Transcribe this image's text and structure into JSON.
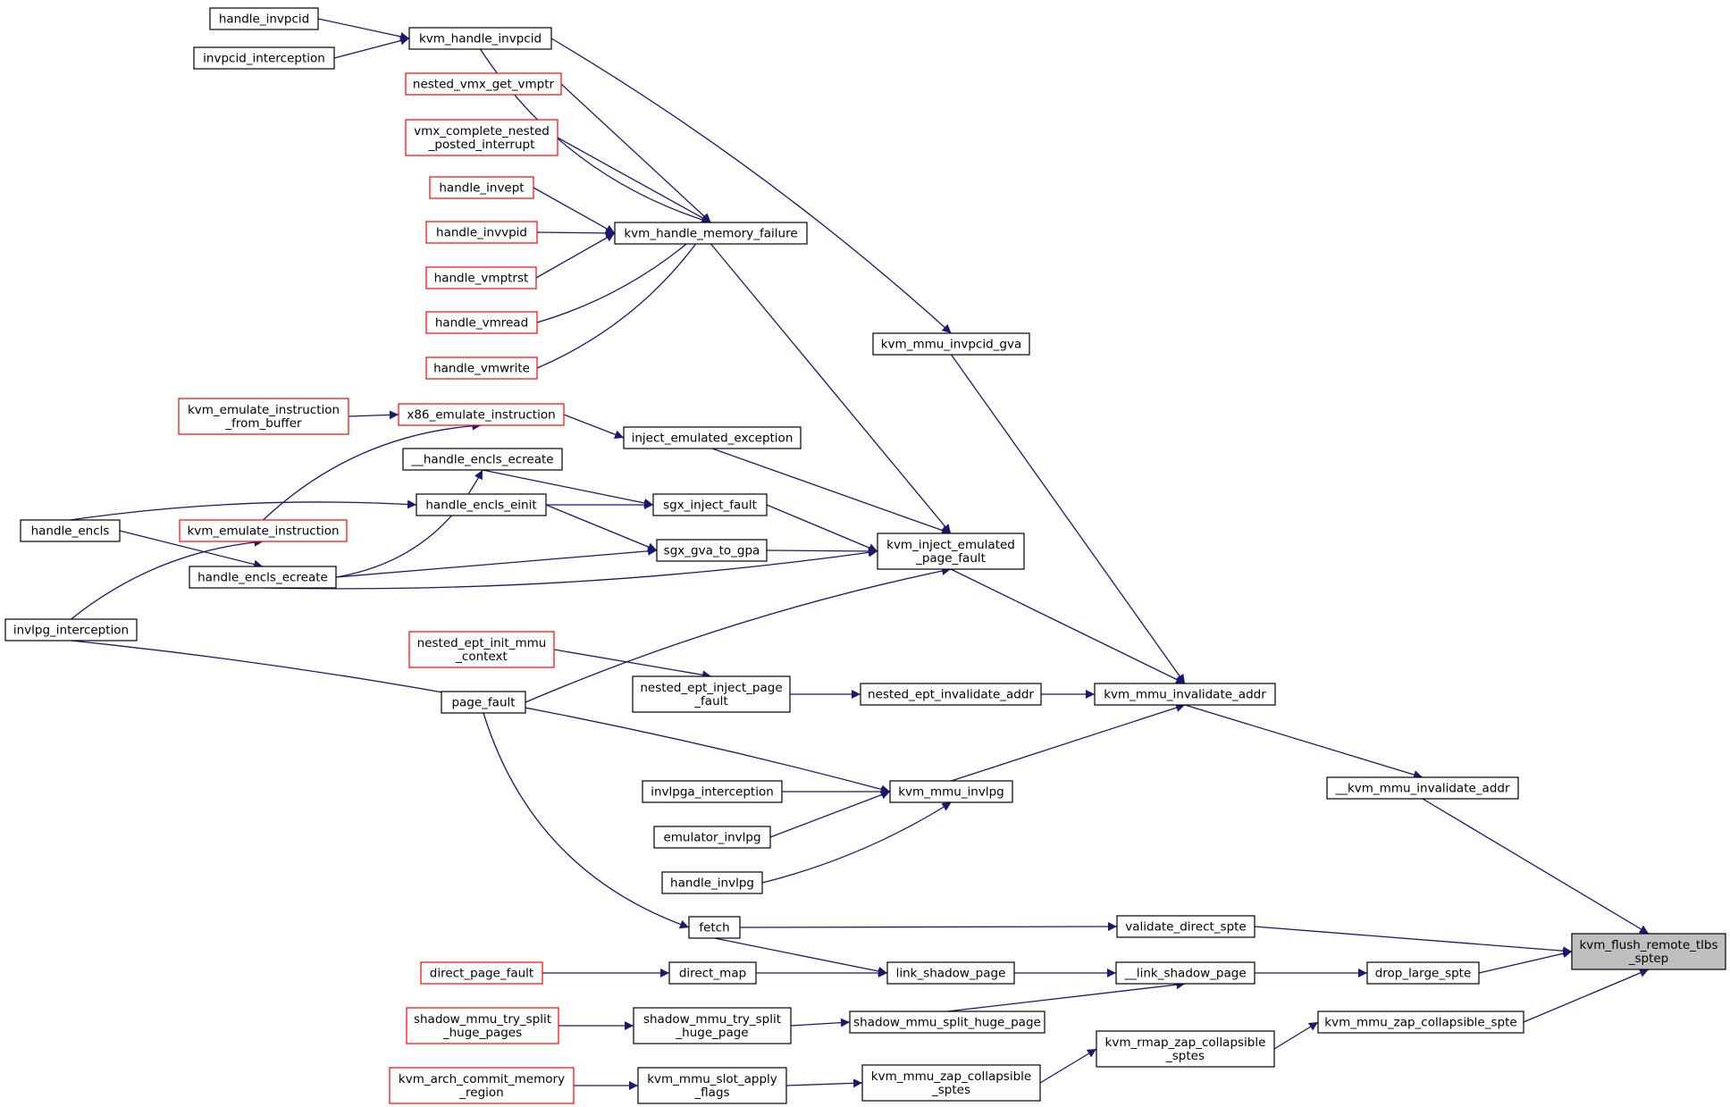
{
  "diagram": {
    "colors": {
      "edge": "#191970",
      "node_border": "#000000",
      "missing_border": "#ff0000",
      "focus_fill": "#bfbfbf"
    },
    "nodes": {
      "handle_invpcid": {
        "lines": [
          "handle_invpcid"
        ]
      },
      "invpcid_interception": {
        "lines": [
          "invpcid_interception"
        ]
      },
      "kvm_handle_invpcid": {
        "lines": [
          "kvm_handle_invpcid"
        ]
      },
      "nested_vmx_get_vmptr": {
        "lines": [
          "nested_vmx_get_vmptr"
        ]
      },
      "vmx_complete_nested_posted_interrupt": {
        "lines": [
          "vmx_complete_nested",
          "_posted_interrupt"
        ]
      },
      "handle_invept": {
        "lines": [
          "handle_invept"
        ]
      },
      "handle_invvpid": {
        "lines": [
          "handle_invvpid"
        ]
      },
      "handle_vmptrst": {
        "lines": [
          "handle_vmptrst"
        ]
      },
      "handle_vmread": {
        "lines": [
          "handle_vmread"
        ]
      },
      "handle_vmwrite": {
        "lines": [
          "handle_vmwrite"
        ]
      },
      "kvm_handle_memory_failure": {
        "lines": [
          "kvm_handle_memory_failure"
        ]
      },
      "kvm_mmu_invpcid_gva": {
        "lines": [
          "kvm_mmu_invpcid_gva"
        ]
      },
      "kvm_emulate_instruction_from_buffer": {
        "lines": [
          "kvm_emulate_instruction",
          "_from_buffer"
        ]
      },
      "x86_emulate_instruction": {
        "lines": [
          "x86_emulate_instruction"
        ]
      },
      "inject_emulated_exception": {
        "lines": [
          "inject_emulated_exception"
        ]
      },
      "__handle_encls_ecreate": {
        "lines": [
          "__handle_encls_ecreate"
        ]
      },
      "handle_encls_einit": {
        "lines": [
          "handle_encls_einit"
        ]
      },
      "sgx_inject_fault": {
        "lines": [
          "sgx_inject_fault"
        ]
      },
      "handle_encls": {
        "lines": [
          "handle_encls"
        ]
      },
      "kvm_emulate_instruction": {
        "lines": [
          "kvm_emulate_instruction"
        ]
      },
      "sgx_gva_to_gpa": {
        "lines": [
          "sgx_gva_to_gpa"
        ]
      },
      "kvm_inject_emulated_page_fault": {
        "lines": [
          "kvm_inject_emulated",
          "_page_fault"
        ]
      },
      "handle_encls_ecreate": {
        "lines": [
          "handle_encls_ecreate"
        ]
      },
      "invlpg_interception": {
        "lines": [
          "invlpg_interception"
        ]
      },
      "nested_ept_init_mmu_context": {
        "lines": [
          "nested_ept_init_mmu",
          "_context"
        ]
      },
      "page_fault": {
        "lines": [
          "page_fault"
        ]
      },
      "nested_ept_inject_page_fault": {
        "lines": [
          "nested_ept_inject_page",
          "_fault"
        ]
      },
      "nested_ept_invalidate_addr": {
        "lines": [
          "nested_ept_invalidate_addr"
        ]
      },
      "kvm_mmu_invalidate_addr": {
        "lines": [
          "kvm_mmu_invalidate_addr"
        ]
      },
      "invlpga_interception": {
        "lines": [
          "invlpga_interception"
        ]
      },
      "kvm_mmu_invlpg": {
        "lines": [
          "kvm_mmu_invlpg"
        ]
      },
      "__kvm_mmu_invalidate_addr": {
        "lines": [
          "__kvm_mmu_invalidate_addr"
        ]
      },
      "emulator_invlpg": {
        "lines": [
          "emulator_invlpg"
        ]
      },
      "handle_invlpg": {
        "lines": [
          "handle_invlpg"
        ]
      },
      "fetch": {
        "lines": [
          "fetch"
        ]
      },
      "validate_direct_spte": {
        "lines": [
          "validate_direct_spte"
        ]
      },
      "kvm_flush_remote_tlbs_sptep": {
        "lines": [
          "kvm_flush_remote_tlbs",
          "_sptep"
        ]
      },
      "direct_page_fault": {
        "lines": [
          "direct_page_fault"
        ]
      },
      "direct_map": {
        "lines": [
          "direct_map"
        ]
      },
      "link_shadow_page": {
        "lines": [
          "link_shadow_page"
        ]
      },
      "__link_shadow_page": {
        "lines": [
          "__link_shadow_page"
        ]
      },
      "drop_large_spte": {
        "lines": [
          "drop_large_spte"
        ]
      },
      "shadow_mmu_try_split_huge_pages": {
        "lines": [
          "shadow_mmu_try_split",
          "_huge_pages"
        ]
      },
      "shadow_mmu_try_split_huge_page": {
        "lines": [
          "shadow_mmu_try_split",
          "_huge_page"
        ]
      },
      "shadow_mmu_split_huge_page": {
        "lines": [
          "shadow_mmu_split_huge_page"
        ]
      },
      "kvm_mmu_zap_collapsible_spte": {
        "lines": [
          "kvm_mmu_zap_collapsible_spte"
        ]
      },
      "kvm_rmap_zap_collapsible_sptes": {
        "lines": [
          "kvm_rmap_zap_collapsible",
          "_sptes"
        ]
      },
      "kvm_arch_commit_memory_region": {
        "lines": [
          "kvm_arch_commit_memory",
          "_region"
        ]
      },
      "kvm_mmu_slot_apply_flags": {
        "lines": [
          "kvm_mmu_slot_apply",
          "_flags"
        ]
      },
      "kvm_mmu_zap_collapsible_sptes": {
        "lines": [
          "kvm_mmu_zap_collapsible",
          "_sptes"
        ]
      }
    }
  }
}
